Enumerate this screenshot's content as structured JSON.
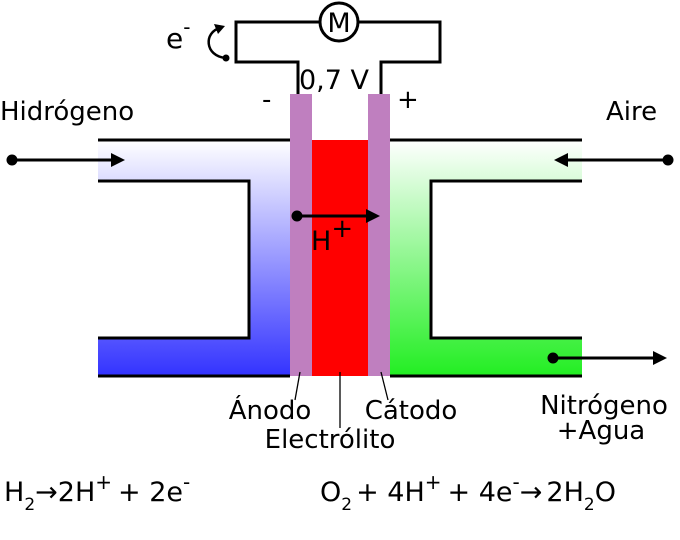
{
  "diagram": {
    "motor_symbol": "M",
    "voltage": "0,7 V",
    "electron_label": "e",
    "electron_sup": "-",
    "anode_sign": "-",
    "cathode_sign": "+",
    "hydrogen_label": "Hidrógeno",
    "air_label": "Aire",
    "proton_label": "H",
    "proton_sup": "+",
    "anode_label": "Ánodo",
    "cathode_label": "Cátodo",
    "electrolyte_label": "Electrólito",
    "outlet_label_line1": "Nitrógeno",
    "outlet_label_line2": "+Agua",
    "colors": {
      "hydrogen": "#3333ff",
      "air": "#22ee22",
      "electrode": "#bf7fbf",
      "electrolyte": "#ff0000"
    }
  },
  "equations": {
    "anode": {
      "h": "H",
      "h_sub": "2",
      "arrow": "→",
      "two_h": "2H",
      "plus_sup": "+",
      "plus_2e": "+ 2e",
      "minus_sup": "-"
    },
    "cathode": {
      "o": "O",
      "o_sub": "2",
      "plus_4h": "+ 4H",
      "plus_sup": "+",
      "plus_4e": "+ 4e",
      "minus_sup": "-",
      "arrow": "→",
      "two_h": "2H",
      "h_sub": "2",
      "o_end": "O"
    }
  }
}
